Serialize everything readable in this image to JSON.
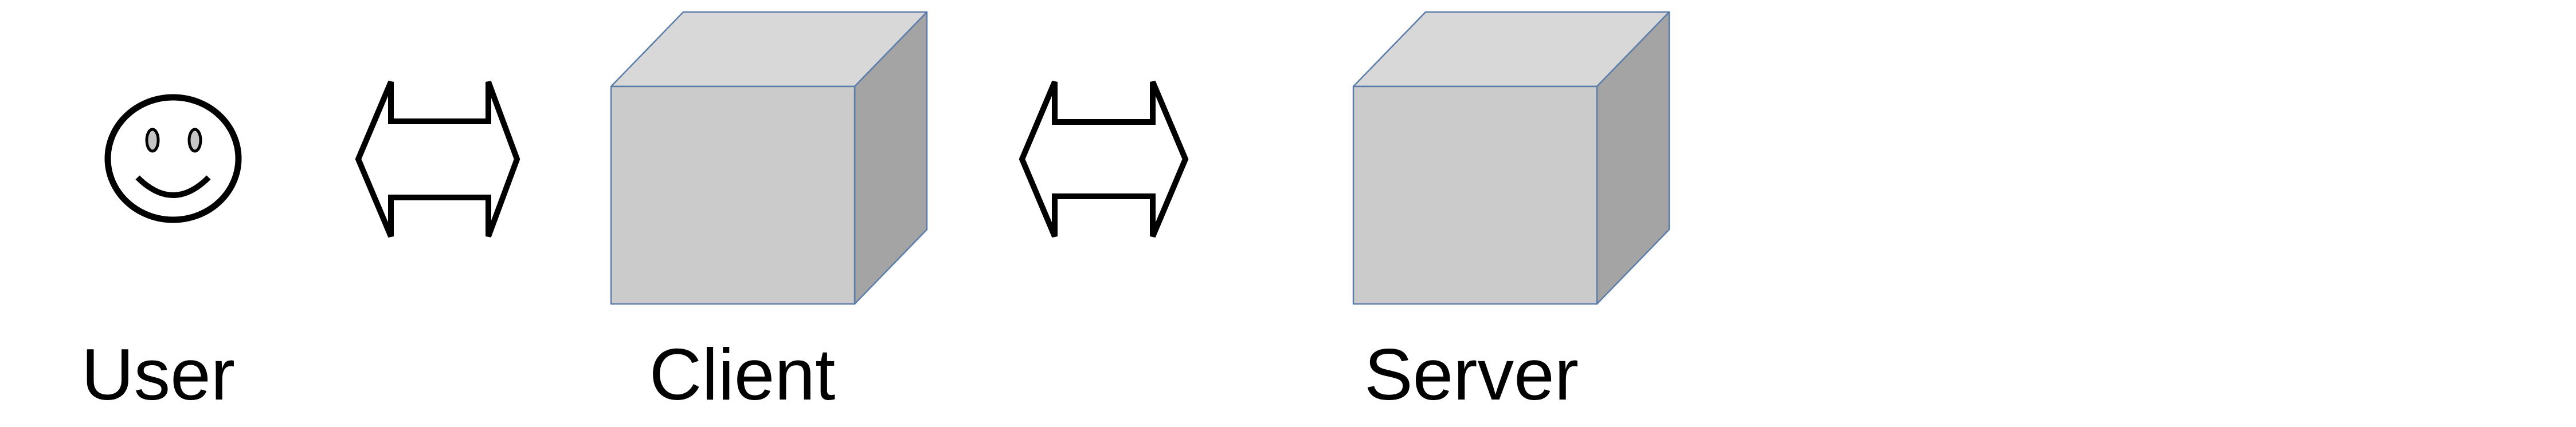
{
  "diagram": {
    "title": "",
    "nodes": [
      {
        "id": "user",
        "label": "User",
        "icon": "smiley-face-icon"
      },
      {
        "id": "client",
        "label": "Client",
        "icon": "cube-icon"
      },
      {
        "id": "server",
        "label": "Server",
        "icon": "cube-icon"
      }
    ],
    "connections": [
      {
        "from": "user",
        "to": "client",
        "type": "bidirectional-arrow"
      },
      {
        "from": "client",
        "to": "server",
        "type": "bidirectional-arrow"
      }
    ]
  },
  "labels": {
    "user": "User",
    "client": "Client",
    "server": "Server"
  },
  "colors": {
    "background": "#ffffff",
    "outline": "#000000",
    "shape_fill": "#ffffff",
    "cube_front": "#cbcbcb",
    "cube_top": "#d8d8d8",
    "cube_side": "#a4a4a4",
    "cube_edge": "#5b7daa",
    "eye_fill": "#c6c6c6",
    "text": "#000000"
  }
}
